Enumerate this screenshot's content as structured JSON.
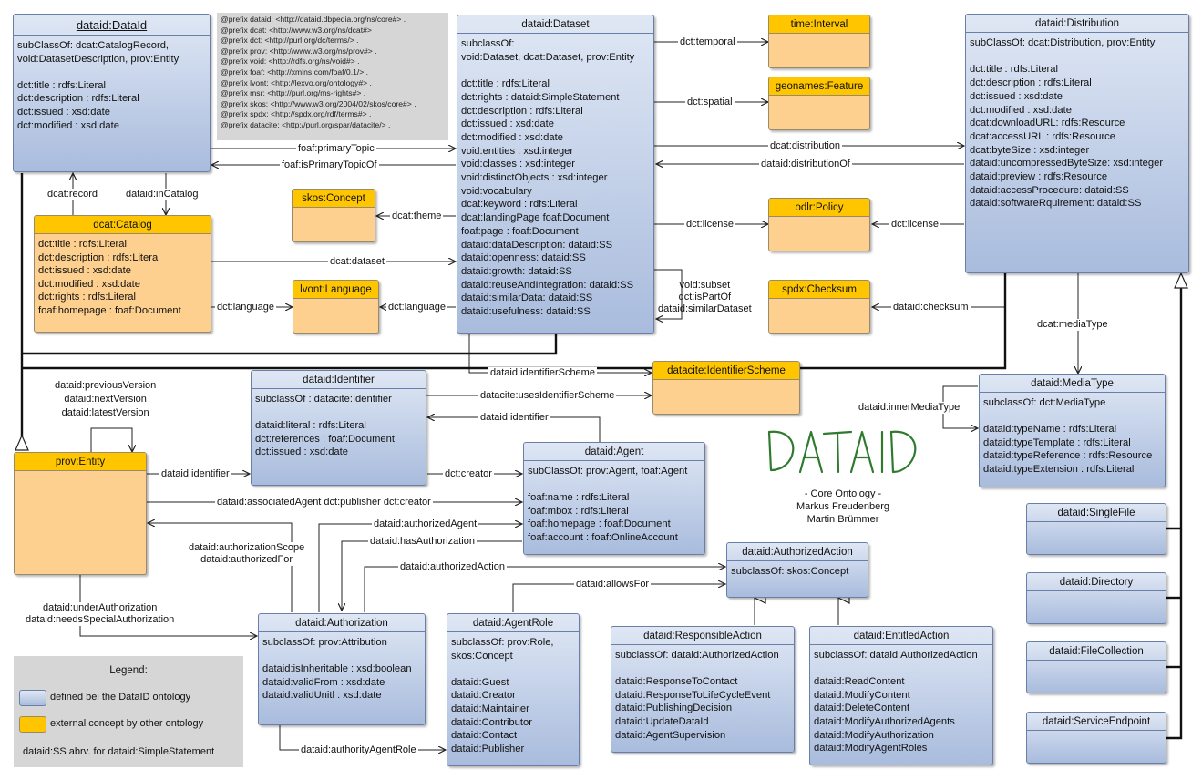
{
  "prefixes": "@prefix dataid: <http://dataid.dbpedia.org/ns/core#> .\n@prefix dcat: <http://www.w3.org/ns/dcat#> .\n@prefix dct: <http://purl.org/dc/terms/> .\n@prefix prov: <http://www.w3.org/ns/prov#> .\n@prefix void: <http://rdfs.org/ns/void#> .\n@prefix foaf: <http://xmlns.com/foaf/0.1/> .\n@prefix lvont: <http://lexvo.org/ontology#> .\n@prefix msr: <http://purl.org/ms-rights#> .\n@prefix skos: <http://www.w3.org/2004/02/skos/core#> .\n@prefix spdx: <http://spdx.org/rdf/terms#> .\n@prefix datacite: <http://purl.org/spar/datacite/> .",
  "classes": {
    "dataid": {
      "title": "dataid:DataId",
      "body": "subClassOf: dcat:CatalogRecord,\nvoid:DatasetDescription, prov:Entity\n\ndct:title : rdfs:Literal\ndct:description : rdfs:Literal\ndct:issued : xsd:date\ndct:modified : xsd:date"
    },
    "dataset": {
      "title": "dataid:Dataset",
      "body": "subclassOf:\nvoid:Dataset, dcat:Dataset, prov:Entity\n\ndct:title : rdfs:Literal\ndct:rights : dataid:SimpleStatement\ndct:description : rdfs:Literal\ndct:issued : xsd:date\ndct:modified : xsd:date\nvoid:entities : xsd:integer\nvoid:classes : xsd:integer\nvoid:distinctObjects : xsd:integer\nvoid:vocabulary\ndcat:keyword : rdfs:Literal\ndcat:landingPage foaf:Document\nfoaf:page : foaf:Document\ndataid:dataDescription: dataid:SS\ndataid:openness: dataid:SS\ndataid:growth: dataid:SS\ndataid:reuseAndIntegration: dataid:SS\ndataid:similarData: dataid:SS\ndataid:usefulness: dataid:SS"
    },
    "distribution": {
      "title": "dataid:Distribution",
      "body": "subClassOf: dcat:Distribution, prov:Entity\n\ndct:title : rdfs:Literal\ndct:description : rdfs:Literal\ndct:issued : xsd:date\ndct:modified : xsd:date\ndcat:downloadURL: rdfs:Resource\ndcat:accessURL : rdfs:Resource\ndcat:byteSize : xsd:integer\ndataid:uncompressedByteSize: xsd:integer\ndataid:preview : rdfs:Resource\ndataid:accessProcedure: dataid:SS\ndataid:softwareRquirement: dataid:SS"
    },
    "catalog": {
      "title": "dcat:Catalog",
      "body": "dct:title : rdfs:Literal\ndct:description : rdfs:Literal\ndct:issued : xsd:date\ndct:modified : xsd:date\ndct:rights : rdfs:Literal\nfoaf:homepage : foaf:Document"
    },
    "time_interval": {
      "title": "time:Interval"
    },
    "geonames_feature": {
      "title": "geonames:Feature"
    },
    "skos_concept": {
      "title": "skos:Concept"
    },
    "odrl_policy": {
      "title": "odlr:Policy"
    },
    "lvont_language": {
      "title": "lvont:Language"
    },
    "spdx_checksum": {
      "title": "spdx:Checksum"
    },
    "identifier_scheme": {
      "title": "datacite:IdentifierScheme"
    },
    "identifier": {
      "title": "dataid:Identifier",
      "body": "subclassOf : datacite:Identifier\n\ndataid:literal : rdfs:Literal\ndct:references : foaf:Document\ndct:issued : xsd:date"
    },
    "agent": {
      "title": "dataid:Agent",
      "body": "subClassOf: prov:Agent, foaf:Agent\n\nfoaf:name : rdfs:Literal\nfoaf:mbox : rdfs:Literal\nfoaf:homepage : foaf:Document\nfoaf:account : foaf:OnlineAccount"
    },
    "media_type": {
      "title": "dataid:MediaType",
      "body": "subclassOf: dct:MediaType\n\ndataid:typeName : rdfs:Literal\ndataid:typeTemplate : rdfs:Literal\ndataid:typeReference : rdfs:Resource\ndataid:typeExtension : rdfs:Literal"
    },
    "prov_entity": {
      "title": "prov:Entity"
    },
    "authorized_action": {
      "title": "dataid:AuthorizedAction",
      "body": "subclassOf: skos:Concept"
    },
    "authorization": {
      "title": "dataid:Authorization",
      "body": "subclassOf: prov:Attribution\n\ndataid:isInheritable : xsd:boolean\ndataid:validFrom : xsd:date\ndataid:validUnitl : xsd:date"
    },
    "agent_role": {
      "title": "dataid:AgentRole",
      "body": "subclassOf: prov:Role,\nskos:Concept\n\ndataid:Guest\ndataid:Creator\ndataid:Maintainer\ndataid:Contributor\ndataid:Contact\ndataid:Publisher"
    },
    "responsible_action": {
      "title": "dataid:ResponsibleAction",
      "body": "subclassOf: dataid:AuthorizedAction\n\ndataid:ResponseToContact\ndataid:ResponseToLifeCycleEvent\ndataid:PublishingDecision\ndataid:UpdateDataId\ndataid:AgentSupervision"
    },
    "entitled_action": {
      "title": "dataid:EntitledAction",
      "body": "subclassOf: dataid:AuthorizedAction\n\ndataid:ReadContent\ndataid:ModifyContent\ndataid:DeleteContent\ndataid:ModifyAuthorizedAgents\ndataid:ModifyAuthorization\ndataid:ModifyAgentRoles"
    },
    "single_file": {
      "title": "dataid:SingleFile"
    },
    "directory": {
      "title": "dataid:Directory"
    },
    "file_collection": {
      "title": "dataid:FileCollection"
    },
    "service_endpoint": {
      "title": "dataid:ServiceEndpoint"
    }
  },
  "edges": {
    "dct_temporal": "dct:temporal",
    "dct_spatial": "dct:spatial",
    "foaf_primaryTopic": "foaf:primaryTopic",
    "foaf_isPrimaryTopicOf": "foaf:isPrimaryTopicOf",
    "dcat_distribution": "dcat:distribution",
    "dataid_distributionOf": "dataid:distributionOf",
    "dcat_record": "dcat:record",
    "dataid_inCatalog": "dataid:inCatalog",
    "dcat_theme": "dcat:theme",
    "dct_license_1": "dct:license",
    "dct_license_2": "dct:license",
    "dcat_dataset": "dcat:dataset",
    "dct_language_1": "dct:language",
    "dct_language_2": "dct:language",
    "void_subset": "void:subset\ndct:isPartOf\ndataid:similarDataset",
    "dataid_checksum": "dataid:checksum",
    "dcat_mediaType": "dcat:mediaType",
    "dataid_identifierScheme": "dataid:identifierScheme",
    "datacite_usesIdentifierScheme": "datacite:usesIdentifierScheme",
    "dataid_innerMediaType": "dataid:innerMediaType",
    "versions": "dataid:previousVersion\ndataid:nextVersion\ndataid:latestVersion",
    "dataid_identifier_agent": "dataid:identifier",
    "dataid_identifier_entity": "dataid:identifier",
    "dct_creator": "dct:creator",
    "associated_agent": "dataid:associatedAgent dct:publisher dct:creator",
    "dataid_authorizedAgent": "dataid:authorizedAgent",
    "dataid_hasAuthorization": "dataid:hasAuthorization",
    "authorization_scope": "dataid:authorizationScope\ndataid:authorizedFor",
    "dataid_authorizedAction": "dataid:authorizedAction",
    "dataid_allowsFor": "dataid:allowsFor",
    "under_authorization": "dataid:underAuthorization\ndataid:needsSpecialAuthorization",
    "dataid_authorityAgentRole": "dataid:authorityAgentRole"
  },
  "legend": {
    "title": "Legend:",
    "defined": "defined bei the DataID ontology",
    "external": "external concept by other ontology",
    "abbrev": "dataid:SS abrv. for dataid:SimpleStatement"
  },
  "logo_text": "DATAID",
  "credits": "- Core Ontology -\nMarkus Freudenberg\nMartin Brümmer",
  "colors": {
    "defined_top": "#dfe7f4",
    "defined_bottom": "#a9bcdd",
    "external_header": "#ffc600",
    "external_body": "#fdd08f",
    "logo": "#2f7a2f"
  }
}
